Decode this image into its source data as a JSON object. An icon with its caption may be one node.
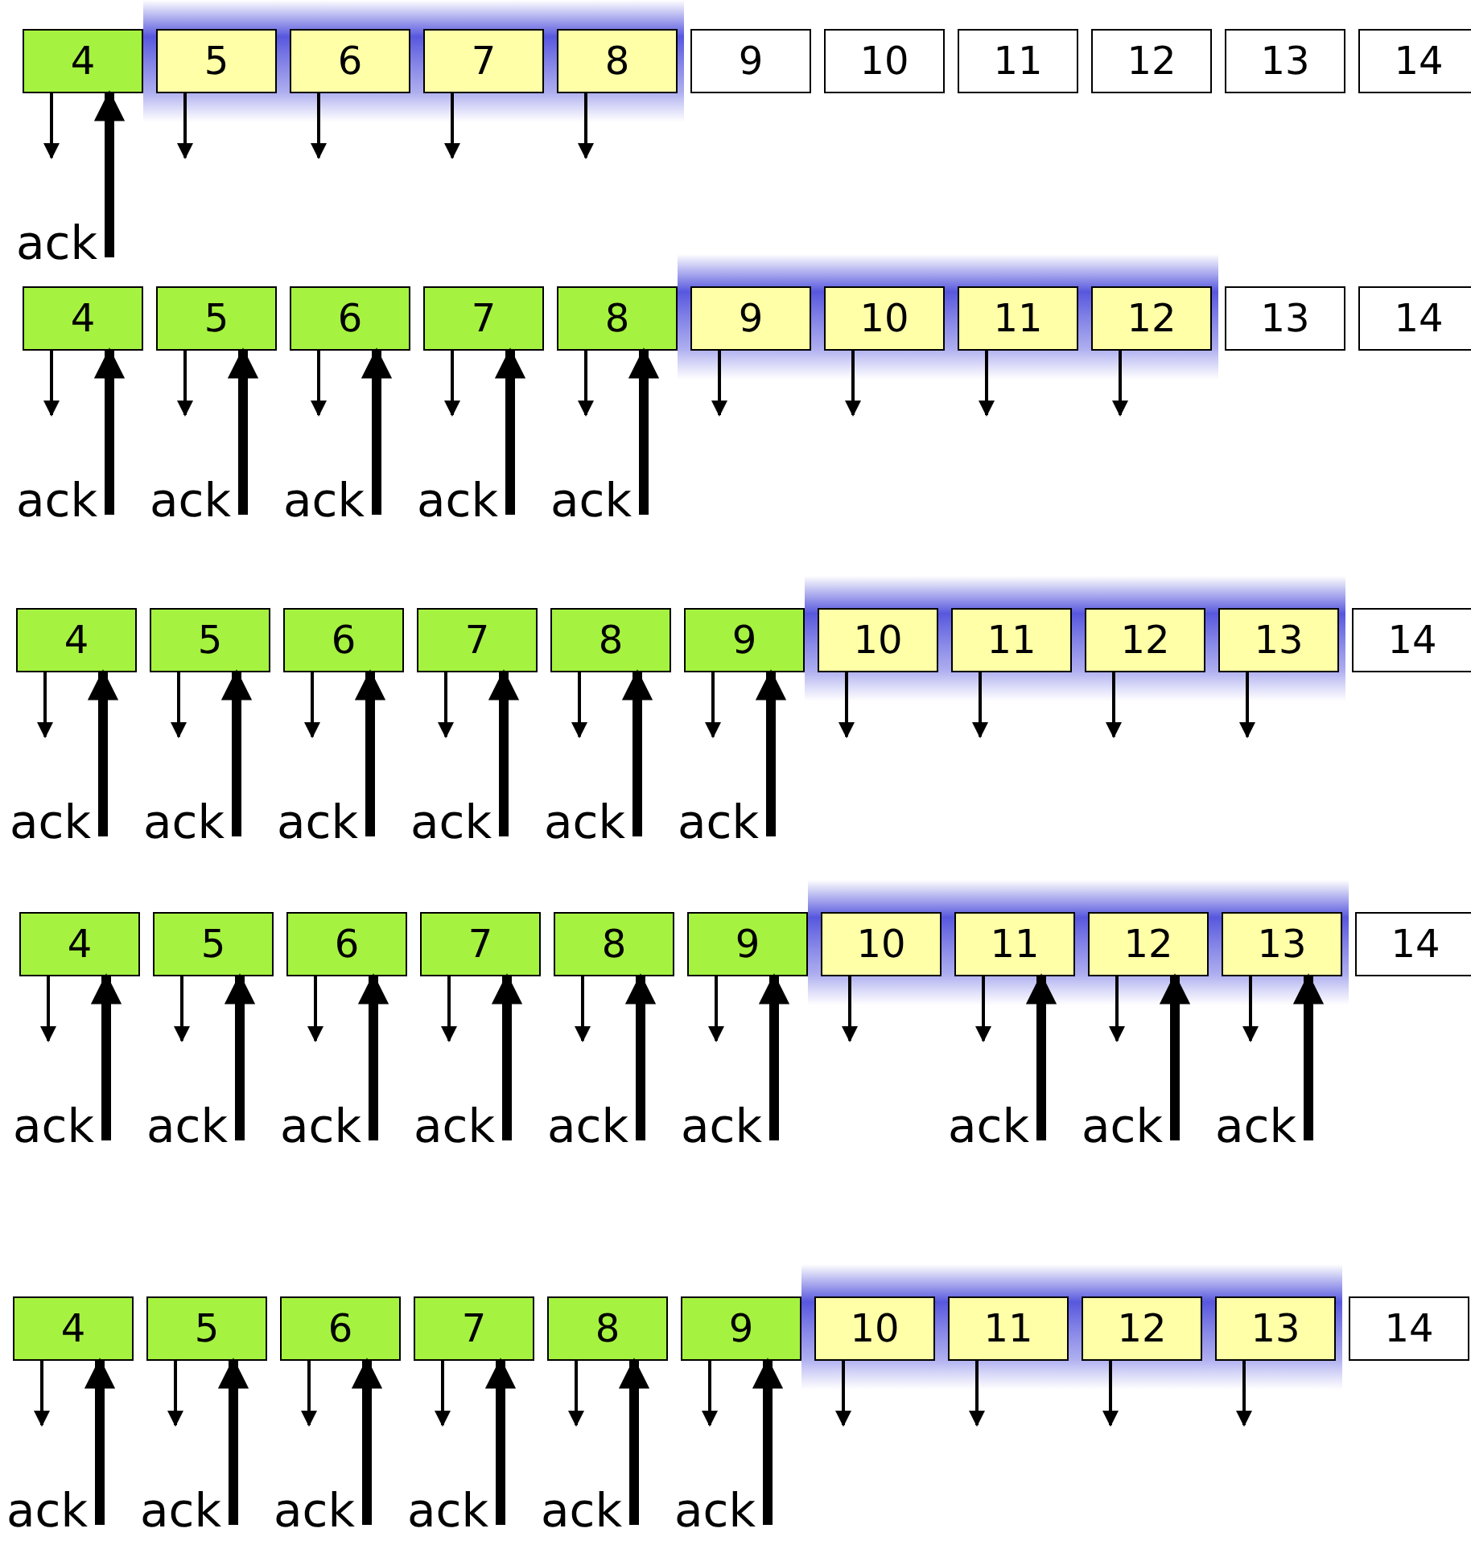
{
  "diagram": {
    "nodes": [
      {
        "text": [
          "4"
        ]
      },
      {
        "text": [
          "5"
        ]
      },
      {
        "text": [
          "6"
        ]
      },
      {
        "text": [
          "7"
        ]
      },
      {
        "text": [
          "8"
        ]
      },
      {
        "text": [
          "9"
        ]
      },
      {
        "text": [
          "10"
        ]
      },
      {
        "text": [
          "11"
        ]
      },
      {
        "text": [
          "12"
        ]
      },
      {
        "text": [
          "13"
        ]
      },
      {
        "text": [
          "14"
        ]
      },
      {
        "text": [
          "ack"
        ]
      },
      {
        "text": [
          "4"
        ]
      },
      {
        "text": [
          "5"
        ]
      },
      {
        "text": [
          "6"
        ]
      },
      {
        "text": [
          "7"
        ]
      },
      {
        "text": [
          "8"
        ]
      },
      {
        "text": [
          "9"
        ]
      },
      {
        "text": [
          "10"
        ]
      },
      {
        "text": [
          "11"
        ]
      },
      {
        "text": [
          "12"
        ]
      },
      {
        "text": [
          "13"
        ]
      },
      {
        "text": [
          "14"
        ]
      },
      {
        "text": [
          "ack"
        ]
      },
      {
        "text": [
          "ack"
        ]
      },
      {
        "text": [
          "ack"
        ]
      },
      {
        "text": [
          "ack"
        ]
      },
      {
        "text": [
          "ack"
        ]
      },
      {
        "text": [
          "4"
        ]
      },
      {
        "text": [
          "5"
        ]
      },
      {
        "text": [
          "6"
        ]
      },
      {
        "text": [
          "7"
        ]
      },
      {
        "text": [
          "8"
        ]
      },
      {
        "text": [
          "9"
        ]
      },
      {
        "text": [
          "10"
        ]
      },
      {
        "text": [
          "11"
        ]
      },
      {
        "text": [
          "12"
        ]
      },
      {
        "text": [
          "13"
        ]
      },
      {
        "text": [
          "14"
        ]
      },
      {
        "text": [
          "ack"
        ]
      },
      {
        "text": [
          "ack"
        ]
      },
      {
        "text": [
          "ack"
        ]
      },
      {
        "text": [
          "ack"
        ]
      },
      {
        "text": [
          "ack"
        ]
      },
      {
        "text": [
          "ack"
        ]
      },
      {
        "text": [
          "4"
        ]
      },
      {
        "text": [
          "5"
        ]
      },
      {
        "text": [
          "6"
        ]
      },
      {
        "text": [
          "7"
        ]
      },
      {
        "text": [
          "8"
        ]
      },
      {
        "text": [
          "9"
        ]
      },
      {
        "text": [
          "10"
        ]
      },
      {
        "text": [
          "11"
        ]
      },
      {
        "text": [
          "12"
        ]
      },
      {
        "text": [
          "13"
        ]
      },
      {
        "text": [
          "14"
        ]
      },
      {
        "text": [
          "ack"
        ]
      },
      {
        "text": [
          "ack"
        ]
      },
      {
        "text": [
          "ack"
        ]
      },
      {
        "text": [
          "ack"
        ]
      },
      {
        "text": [
          "ack"
        ]
      },
      {
        "text": [
          "ack"
        ]
      },
      {
        "text": [
          "ack"
        ]
      },
      {
        "text": [
          "ack"
        ]
      },
      {
        "text": [
          "ack"
        ]
      },
      {
        "text": [
          "4"
        ]
      },
      {
        "text": [
          "5"
        ]
      },
      {
        "text": [
          "6"
        ]
      },
      {
        "text": [
          "7"
        ]
      },
      {
        "text": [
          "8"
        ]
      },
      {
        "text": [
          "9"
        ]
      },
      {
        "text": [
          "10"
        ]
      },
      {
        "text": [
          "11"
        ]
      },
      {
        "text": [
          "12"
        ]
      },
      {
        "text": [
          "13"
        ]
      },
      {
        "text": [
          "14"
        ]
      },
      {
        "text": [
          "ack"
        ]
      },
      {
        "text": [
          "ack"
        ]
      },
      {
        "text": [
          "ack"
        ]
      },
      {
        "text": [
          "ack"
        ]
      },
      {
        "text": [
          "ack"
        ]
      },
      {
        "text": [
          "ack"
        ]
      }
    ],
    "edges": [
      {
        "from": 0,
        "to": null,
        "arrow": "to"
      },
      {
        "from": 1,
        "to": null,
        "arrow": "to"
      },
      {
        "from": 2,
        "to": null,
        "arrow": "to"
      },
      {
        "from": 3,
        "to": null,
        "arrow": "to"
      },
      {
        "from": 4,
        "to": null,
        "arrow": "to"
      },
      {
        "from": 11,
        "to": 0,
        "arrow": "to",
        "style": "thick"
      },
      {
        "from": 12,
        "to": null,
        "arrow": "to"
      },
      {
        "from": 13,
        "to": null,
        "arrow": "to"
      },
      {
        "from": 14,
        "to": null,
        "arrow": "to"
      },
      {
        "from": 15,
        "to": null,
        "arrow": "to"
      },
      {
        "from": 16,
        "to": null,
        "arrow": "to"
      },
      {
        "from": 17,
        "to": null,
        "arrow": "to"
      },
      {
        "from": 18,
        "to": null,
        "arrow": "to"
      },
      {
        "from": 19,
        "to": null,
        "arrow": "to"
      },
      {
        "from": 20,
        "to": null,
        "arrow": "to"
      },
      {
        "from": 23,
        "to": 12,
        "arrow": "to",
        "style": "thick"
      },
      {
        "from": 24,
        "to": 13,
        "arrow": "to",
        "style": "thick"
      },
      {
        "from": 25,
        "to": 14,
        "arrow": "to",
        "style": "thick"
      },
      {
        "from": 26,
        "to": 15,
        "arrow": "to",
        "style": "thick"
      },
      {
        "from": 27,
        "to": 16,
        "arrow": "to",
        "style": "thick"
      },
      {
        "from": 28,
        "to": null,
        "arrow": "to"
      },
      {
        "from": 29,
        "to": null,
        "arrow": "to"
      },
      {
        "from": 30,
        "to": null,
        "arrow": "to"
      },
      {
        "from": 31,
        "to": null,
        "arrow": "to"
      },
      {
        "from": 32,
        "to": null,
        "arrow": "to"
      },
      {
        "from": 33,
        "to": null,
        "arrow": "to"
      },
      {
        "from": 34,
        "to": null,
        "arrow": "to"
      },
      {
        "from": 35,
        "to": null,
        "arrow": "to"
      },
      {
        "from": 36,
        "to": null,
        "arrow": "to"
      },
      {
        "from": 37,
        "to": null,
        "arrow": "to"
      },
      {
        "from": 39,
        "to": 28,
        "arrow": "to",
        "style": "thick"
      },
      {
        "from": 40,
        "to": 29,
        "arrow": "to",
        "style": "thick"
      },
      {
        "from": 41,
        "to": 30,
        "arrow": "to",
        "style": "thick"
      },
      {
        "from": 42,
        "to": 31,
        "arrow": "to",
        "style": "thick"
      },
      {
        "from": 43,
        "to": 32,
        "arrow": "to",
        "style": "thick"
      },
      {
        "from": 44,
        "to": 33,
        "arrow": "to",
        "style": "thick"
      },
      {
        "from": 45,
        "to": null,
        "arrow": "to"
      },
      {
        "from": 46,
        "to": null,
        "arrow": "to"
      },
      {
        "from": 47,
        "to": null,
        "arrow": "to"
      },
      {
        "from": 48,
        "to": null,
        "arrow": "to"
      },
      {
        "from": 49,
        "to": null,
        "arrow": "to"
      },
      {
        "from": 50,
        "to": null,
        "arrow": "to"
      },
      {
        "from": 51,
        "to": null,
        "arrow": "to"
      },
      {
        "from": 52,
        "to": null,
        "arrow": "to"
      },
      {
        "from": 53,
        "to": null,
        "arrow": "to"
      },
      {
        "from": 54,
        "to": null,
        "arrow": "to"
      },
      {
        "from": 56,
        "to": 45,
        "arrow": "to",
        "style": "thick"
      },
      {
        "from": 57,
        "to": 46,
        "arrow": "to",
        "style": "thick"
      },
      {
        "from": 58,
        "to": 47,
        "arrow": "to",
        "style": "thick"
      },
      {
        "from": 59,
        "to": 48,
        "arrow": "to",
        "style": "thick"
      },
      {
        "from": 60,
        "to": 49,
        "arrow": "to",
        "style": "thick"
      },
      {
        "from": 61,
        "to": 50,
        "arrow": "to",
        "style": "thick"
      },
      {
        "from": 62,
        "to": 52,
        "arrow": "to",
        "style": "thick"
      },
      {
        "from": 63,
        "to": 53,
        "arrow": "to",
        "style": "thick"
      },
      {
        "from": 64,
        "to": 54,
        "arrow": "to",
        "style": "thick"
      },
      {
        "from": 65,
        "to": null,
        "arrow": "to"
      },
      {
        "from": 66,
        "to": null,
        "arrow": "to"
      },
      {
        "from": 67,
        "to": null,
        "arrow": "to"
      },
      {
        "from": 68,
        "to": null,
        "arrow": "to"
      },
      {
        "from": 69,
        "to": null,
        "arrow": "to"
      },
      {
        "from": 70,
        "to": null,
        "arrow": "to"
      },
      {
        "from": 71,
        "to": null,
        "arrow": "to"
      },
      {
        "from": 72,
        "to": null,
        "arrow": "to"
      },
      {
        "from": 73,
        "to": null,
        "arrow": "to"
      },
      {
        "from": 74,
        "to": null,
        "arrow": "to"
      },
      {
        "from": 76,
        "to": 65,
        "arrow": "to",
        "style": "thick"
      },
      {
        "from": 77,
        "to": 66,
        "arrow": "to",
        "style": "thick"
      },
      {
        "from": 78,
        "to": 67,
        "arrow": "to",
        "style": "thick"
      },
      {
        "from": 79,
        "to": 68,
        "arrow": "to",
        "style": "thick"
      },
      {
        "from": 80,
        "to": 69,
        "arrow": "to",
        "style": "thick"
      },
      {
        "from": 81,
        "to": 70,
        "arrow": "to",
        "style": "thick"
      }
    ]
  }
}
